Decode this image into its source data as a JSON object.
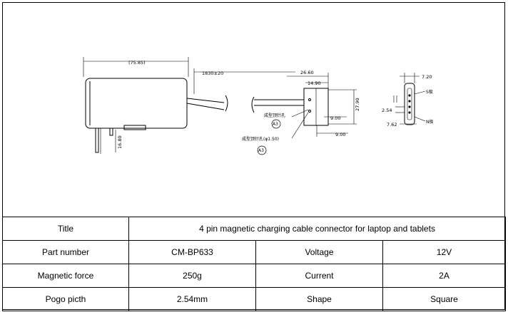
{
  "drawing": {
    "dims": {
      "body_width": "(75.85)",
      "cable_length": "1830±20",
      "connector_length": "26.60",
      "connector_inner": "14.90",
      "connector_height": "27.90",
      "connector_offset_a": "9.00",
      "connector_offset_b": "9.00",
      "plug_height": "16.80",
      "side_width": "7.20",
      "pin_pitch": "2.54",
      "side_bottom": "7.62"
    },
    "notes": {
      "mold_hole": "成型顶针孔",
      "mold_hole_dia": "成型顶针孔(φ1.50)",
      "pos_marker": "S极",
      "neg_marker": "N极",
      "callout_a": "A3",
      "callout_b": "A3"
    }
  },
  "spec_table": {
    "title_label": "Title",
    "title_value": "4 pin magnetic charging cable connector for laptop and tablets",
    "rows": [
      {
        "label": "Part number",
        "value": "CM-BP633",
        "label2": "Voltage",
        "value2": "12V"
      },
      {
        "label": "Magnetic force",
        "value": "250g",
        "label2": "Current",
        "value2": "2A"
      },
      {
        "label": "Pogo picth",
        "value": "2.54mm",
        "label2": "Shape",
        "value2": "Square"
      }
    ]
  }
}
